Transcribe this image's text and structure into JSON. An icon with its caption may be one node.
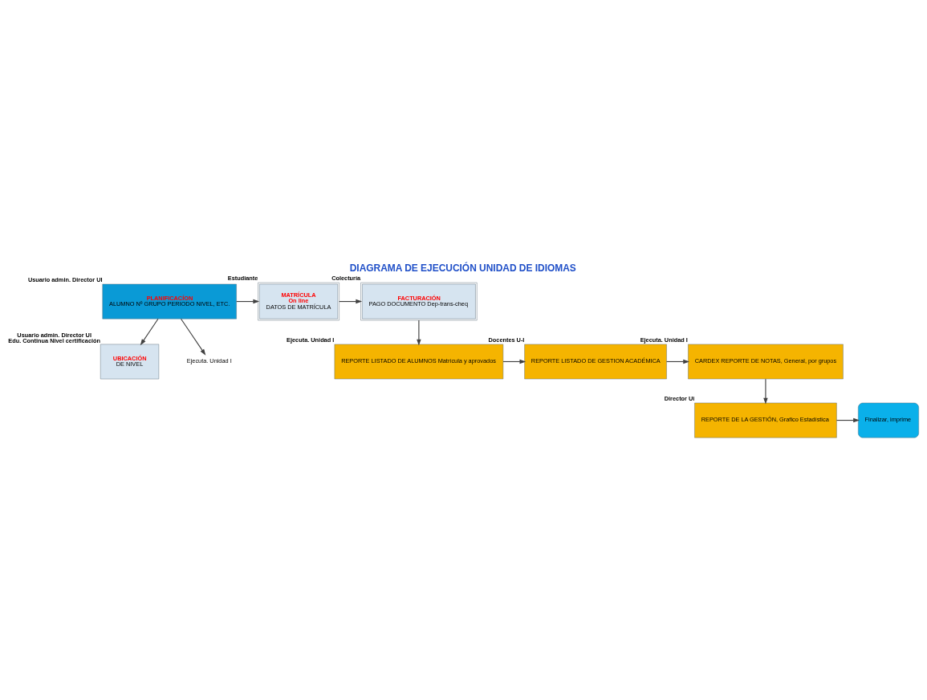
{
  "diagram": {
    "title": "DIAGRAMA DE EJECUCIÓN UNIDAD DE IDIOMAS",
    "nodes": [
      {
        "text": [
          "PLANIFICACÍON",
          "ALUMNO Nº GRUPO PERIODO NIVEL, ETC."
        ],
        "beside": [
          "Usuario admin. Director UI"
        ]
      },
      {
        "text": [
          "UBICACIÓN",
          "DE NIVEL"
        ],
        "beside": [
          "Usuario admin. Director UI",
          "Edu. Continua Nivel certificación"
        ]
      },
      {
        "text": [
          "MATRÍCULA",
          "On line",
          "DATOS DE MATRÍCULA"
        ],
        "beside": [
          "Estudiante"
        ]
      },
      {
        "text": [
          "FACTURACIÓN",
          "PAGO DOCUMENTO Dep-trans-cheq"
        ],
        "beside": [
          "Colecturía"
        ]
      },
      {
        "text": [
          "REPORTE LISTADO DE ALUMNOS Matrícula y aprovados"
        ],
        "beside": [
          "Ejecuta. Unidad I"
        ]
      },
      {
        "text": [
          "REPORTE LISTADO DE GESTION ACADÉMICA"
        ],
        "beside": [
          "Docentes U-I"
        ]
      },
      {
        "text": [
          "CARDEX REPORTE DE NOTAS, General, por grupos"
        ],
        "beside": [
          "Ejecuta. Unidad I"
        ]
      },
      {
        "text": [
          "REPORTE DE LA GESTIÓN, Grafico Estadística"
        ],
        "beside": [
          "Director Ui"
        ]
      },
      {
        "text": [
          "Finalizar, imprime"
        ]
      },
      {
        "text": [
          "Ejecuta. Unidad I"
        ]
      }
    ],
    "edges": [
      {
        "from": 0,
        "to": 9,
        "arrow": "to"
      },
      {
        "from": 0,
        "to": 1,
        "arrow": "to"
      },
      {
        "from": 0,
        "to": 2,
        "arrow": "to"
      },
      {
        "from": 2,
        "to": 3,
        "arrow": "to"
      },
      {
        "from": 3,
        "to": 4,
        "arrow": "to"
      },
      {
        "from": 4,
        "to": 5,
        "arrow": "to"
      },
      {
        "from": 5,
        "to": 6,
        "arrow": "to"
      },
      {
        "from": 6,
        "to": 7,
        "arrow": "to"
      },
      {
        "from": 7,
        "to": 8,
        "arrow": "to"
      }
    ]
  }
}
